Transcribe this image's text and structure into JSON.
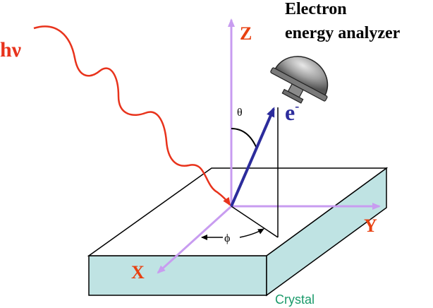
{
  "labels": {
    "photon": "hν",
    "z_axis": "Z",
    "y_axis": "Y",
    "x_axis": "X",
    "theta": "θ",
    "phi": "ϕ",
    "electron": "e",
    "electron_charge": "-",
    "analyzer_line1": "Electron",
    "analyzer_line2": "energy analyzer",
    "crystal": "Crystal"
  },
  "colors": {
    "photon": "#e8331c",
    "axis": "#c89cf0",
    "axis_label": "#e84010",
    "electron_vector": "#2c2c9c",
    "crystal_side": "#bfe3e3",
    "crystal_label": "#1a9a6a",
    "analyzer_body": "#9a9a9a",
    "text_dark": "#000000"
  },
  "icons": {
    "analyzer": "hemispherical-analyzer-icon"
  }
}
